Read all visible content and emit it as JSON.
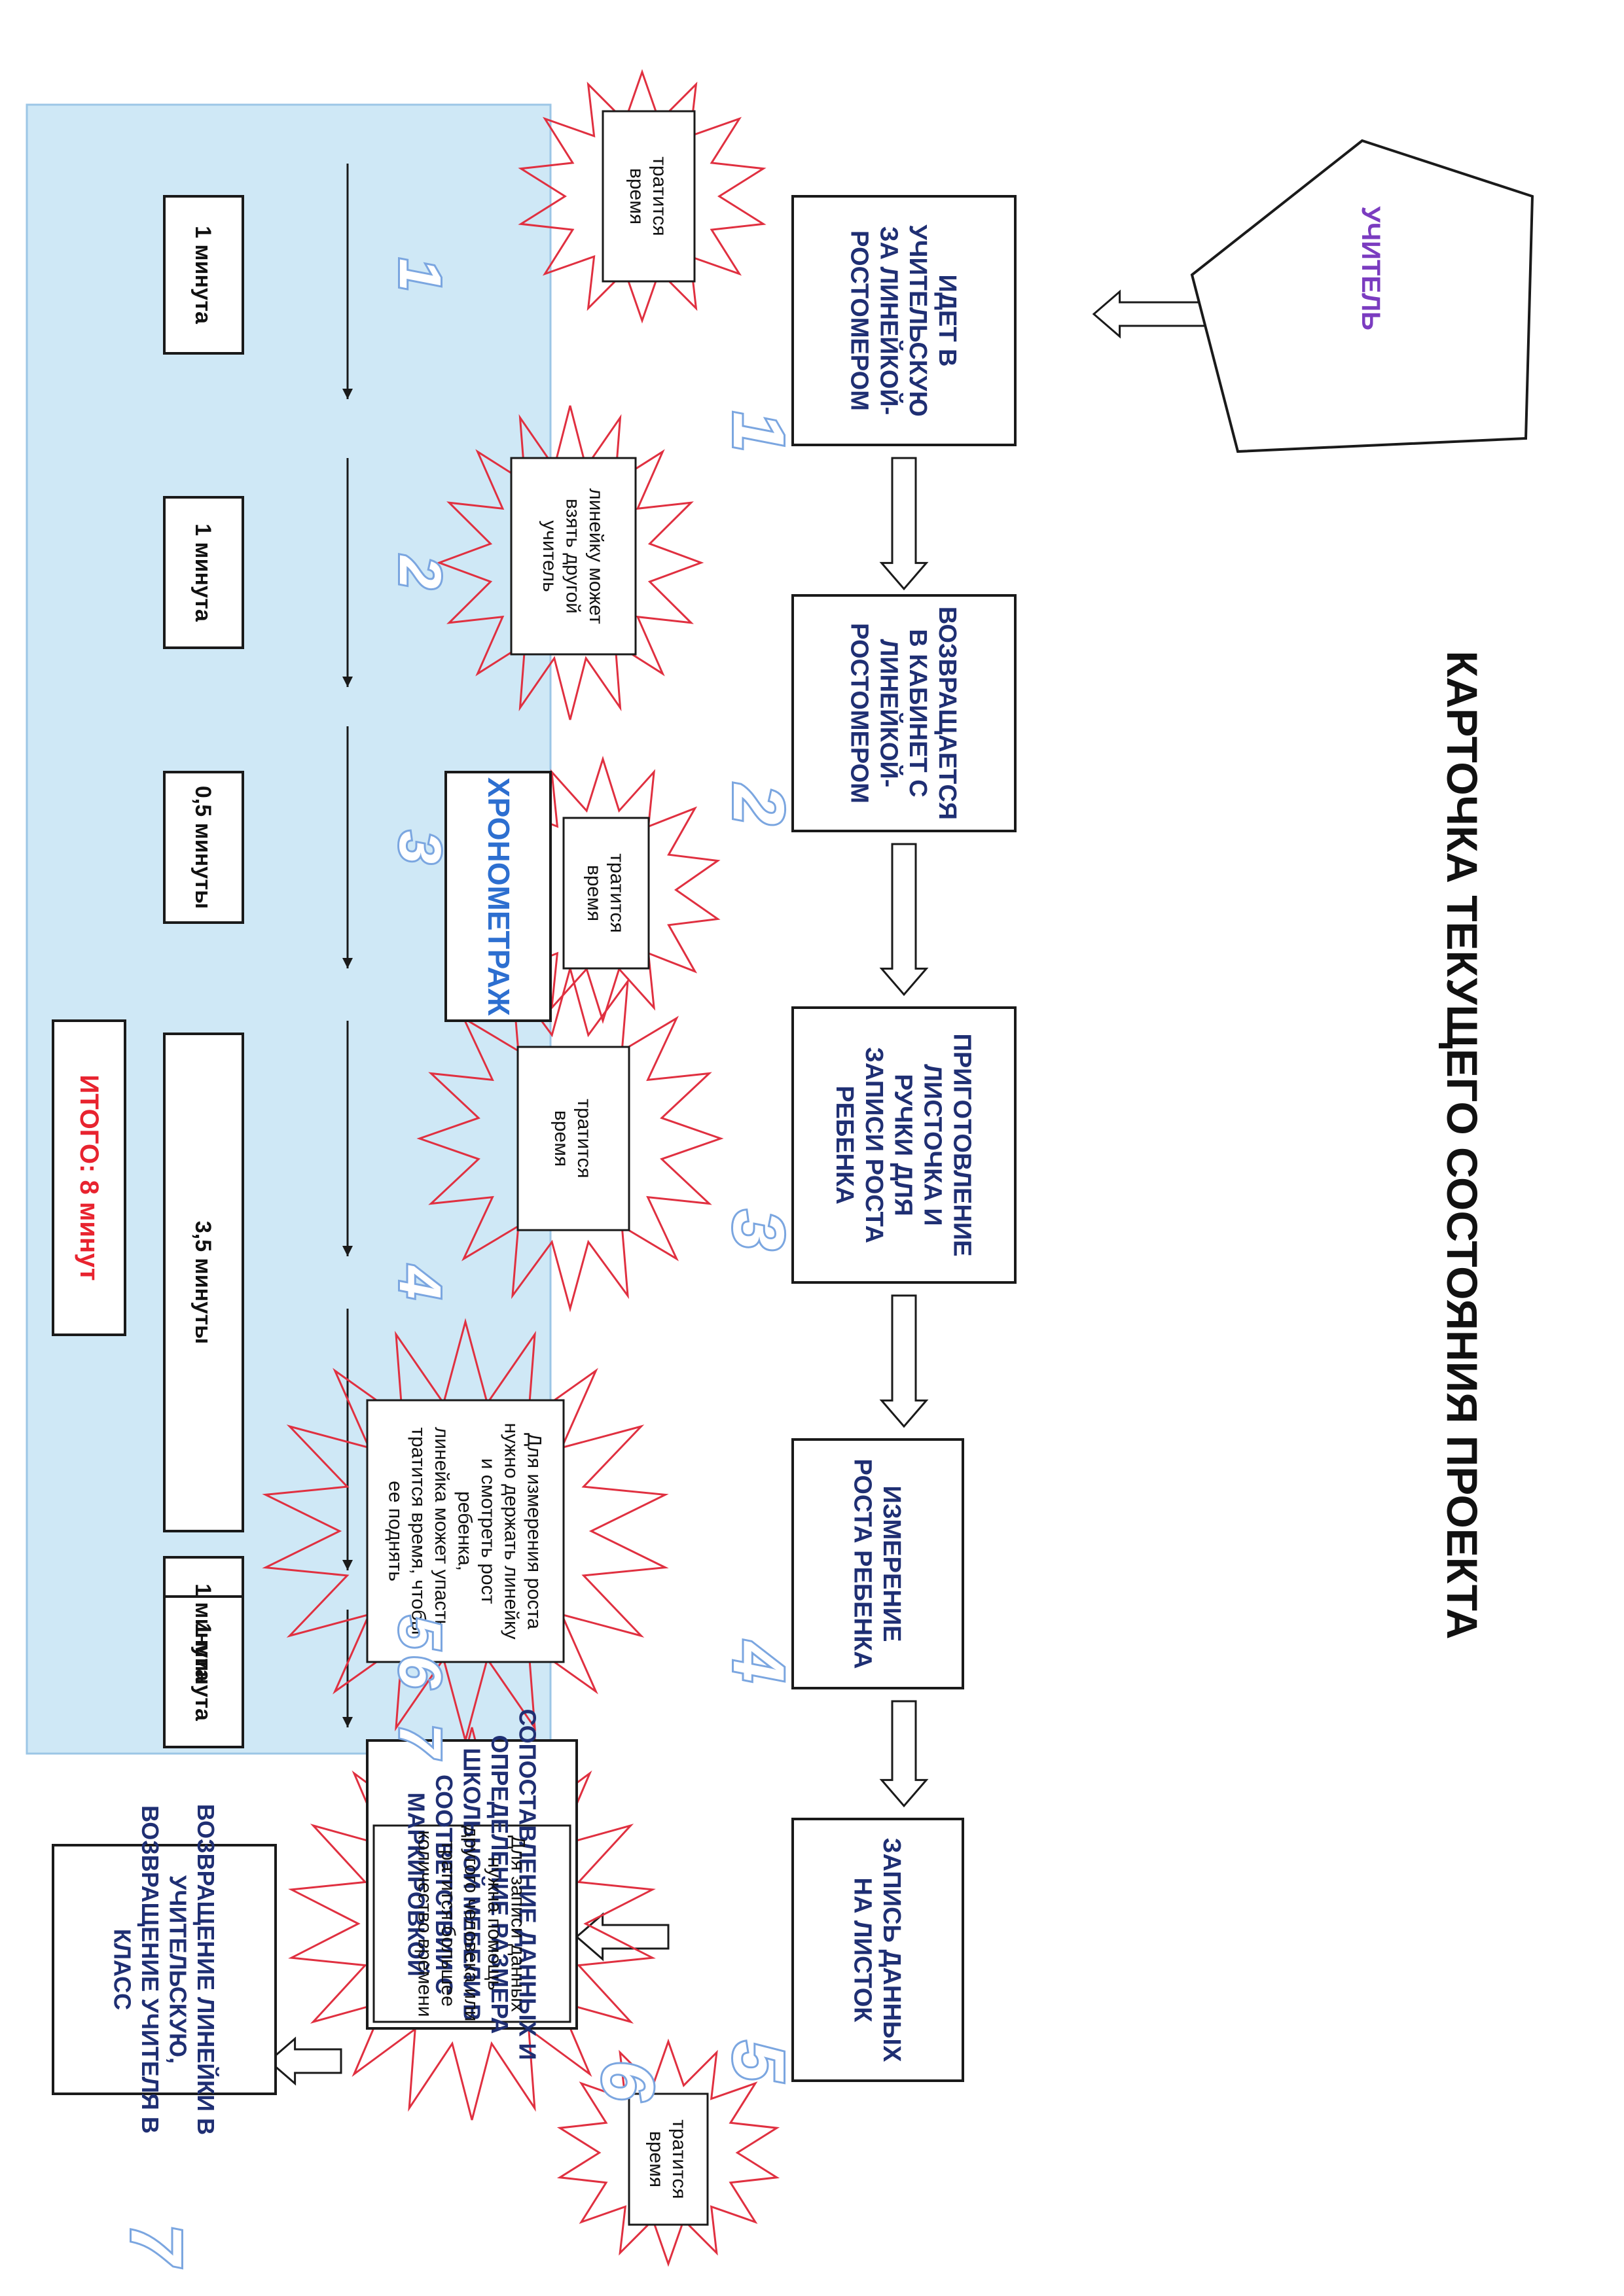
{
  "title": "КАРТОЧКА ТЕКУЩЕГО СОСТОЯНИЯ ПРОЕКТА",
  "colors": {
    "box_stroke": "#1a1a1a",
    "step_text": "#1f2f73",
    "bursts": "#e03040",
    "chrono_panel": "#cfe8f6",
    "chrono_title": "#2d6fd0",
    "step_numbers": "#7ba6e0",
    "total_text": "#e8232f",
    "teacher_text": "#7b3cc0",
    "arrow_fill": "#ffffff"
  },
  "teacher": {
    "label": "УЧИТЕЛЬ",
    "shape": "pentagon"
  },
  "process_steps": [
    {
      "number": "1",
      "lines": [
        "ИДЕТ В",
        "УЧИТЕЛЬСКУЮ",
        "ЗА ЛИНЕЙКОЙ-",
        "РОСТОМЕРОМ"
      ]
    },
    {
      "number": "2",
      "lines": [
        "ВОЗВРАЩАЕТСЯ",
        "В КАБИНЕТ С",
        "ЛИНЕЙКОЙ-",
        "РОСТОМЕРОМ"
      ]
    },
    {
      "number": "3",
      "lines": [
        "ПРИГОТОВЛЕНИЕ",
        "ЛИСТОЧКА И",
        "РУЧКИ ДЛЯ",
        "ЗАПИСИ РОСТА",
        "РЕБЕНКА"
      ]
    },
    {
      "number": "4",
      "lines": [
        "ИЗМЕРЕНИЕ",
        "РОСТА РЕБЕНКА"
      ]
    },
    {
      "number": "5",
      "lines": [
        "ЗАПИСЬ ДАННЫХ",
        "НА ЛИСТОК"
      ]
    },
    {
      "number": "6",
      "lines": [
        "СОПОСТАВЛЕНИЕ ДАННЫХ И",
        "ОПРЕДЕЛЕНИЕ РАЗМЕРА",
        "ШКОЛЬНОЙ МЕБЕЛИ В",
        "СООТВЕТСТВИИ С",
        "МАРКИРОВКОЙ"
      ]
    },
    {
      "number": "7",
      "lines": [
        "ВОЗВРАЩЕНИЕ ЛИНЕЙКИ В",
        "УЧИТЕЛЬСКУЮ,",
        "ВОЗВРАЩЕНИЕ УЧИТЕЛЯ В",
        "КЛАСС"
      ]
    }
  ],
  "problems": [
    {
      "lines": [
        "тратится",
        "время"
      ]
    },
    {
      "lines": [
        "линейку может",
        "взять другой",
        "учитель"
      ]
    },
    {
      "lines": [
        "тратится",
        "время"
      ]
    },
    {
      "lines": [
        "тратится",
        "время"
      ]
    },
    {
      "lines": [
        "Для измерения роста",
        "нужно держать линейку",
        "и смотреть рост",
        "ребенка,",
        "линейка может упасть,",
        "тратится время, чтобы",
        "ее поднять"
      ]
    },
    {
      "lines": [
        "Для записи данных",
        "нужна помощь",
        "другого человека или",
        "тратится большее",
        "количество времени"
      ]
    },
    {
      "lines": [
        "тратится",
        "время"
      ]
    }
  ],
  "chronometrage": {
    "title": "ХРОНОМЕТРАЖ",
    "durations": [
      {
        "number": "1",
        "value": "1 минута"
      },
      {
        "number": "2",
        "value": "1 минута"
      },
      {
        "number": "3",
        "value": "0,5 минуты"
      },
      {
        "number": "4",
        "value": "3,5 минуты"
      },
      {
        "number": "5",
        "value": "1 минута"
      },
      {
        "number": "6",
        "value": "1 минута"
      }
    ],
    "total": "ИТОГО: 8 минут",
    "number_7": "7"
  }
}
